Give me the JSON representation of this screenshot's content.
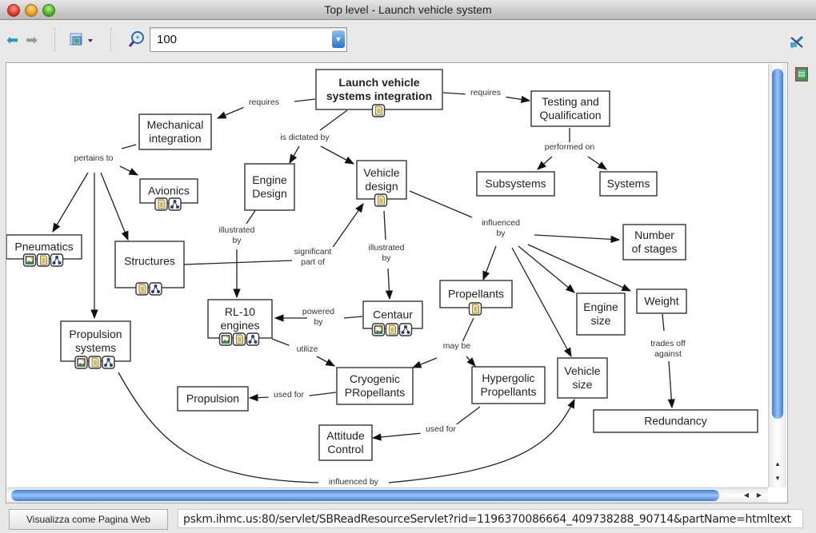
{
  "window": {
    "title": "Top level - Launch vehicle system"
  },
  "toolbar": {
    "back_icon": "back-arrow-icon",
    "forward_icon": "forward-arrow-icon",
    "view_icon": "view-menu-icon",
    "zoom_icon": "zoom-icon",
    "zoom_value": "100",
    "tools_icon": "tools-icon"
  },
  "sidebar": {
    "icon": "notes-icon"
  },
  "concept_map": {
    "nodes": [
      {
        "id": "lvsi",
        "lines": [
          "Launch vehicle",
          "systems integration"
        ],
        "bold": true,
        "resources": [
          "doc"
        ]
      },
      {
        "id": "mech",
        "lines": [
          "Mechanical",
          "integration"
        ],
        "resources": []
      },
      {
        "id": "test",
        "lines": [
          "Testing and",
          "Qualification"
        ],
        "resources": []
      },
      {
        "id": "avionics",
        "lines": [
          "Avionics"
        ],
        "resources": [
          "doc",
          "map"
        ]
      },
      {
        "id": "engine_design",
        "lines": [
          "Engine",
          "Design"
        ],
        "resources": []
      },
      {
        "id": "vehicle_design",
        "lines": [
          "Vehicle",
          "design"
        ],
        "resources": [
          "doc"
        ]
      },
      {
        "id": "subsystems",
        "lines": [
          "Subsystems"
        ],
        "resources": []
      },
      {
        "id": "systems",
        "lines": [
          "Systems"
        ],
        "resources": []
      },
      {
        "id": "pneumatics",
        "lines": [
          "Pneumatics"
        ],
        "resources": [
          "image",
          "doc",
          "map"
        ]
      },
      {
        "id": "structures",
        "lines": [
          "Structures"
        ],
        "resources": [
          "doc",
          "map"
        ]
      },
      {
        "id": "num_stages",
        "lines": [
          "Number",
          "of stages"
        ],
        "resources": []
      },
      {
        "id": "propellants",
        "lines": [
          "Propellants"
        ],
        "resources": [
          "doc"
        ]
      },
      {
        "id": "rl10",
        "lines": [
          "RL-10",
          "engines"
        ],
        "resources": [
          "image",
          "doc",
          "map"
        ]
      },
      {
        "id": "centaur",
        "lines": [
          "Centaur"
        ],
        "resources": [
          "image",
          "doc",
          "map"
        ]
      },
      {
        "id": "engine_size",
        "lines": [
          "Engine",
          "size"
        ],
        "resources": []
      },
      {
        "id": "weight",
        "lines": [
          "Weight"
        ],
        "resources": []
      },
      {
        "id": "prop_systems",
        "lines": [
          "Propulsion",
          "systems"
        ],
        "resources": [
          "image",
          "doc",
          "map"
        ]
      },
      {
        "id": "vehicle_size",
        "lines": [
          "Vehicle",
          "size"
        ],
        "resources": []
      },
      {
        "id": "cryo",
        "lines": [
          "Cryogenic",
          "PRopellants"
        ],
        "resources": []
      },
      {
        "id": "hyper",
        "lines": [
          "Hypergolic",
          "Propellants"
        ],
        "resources": []
      },
      {
        "id": "propulsion",
        "lines": [
          "Propulsion"
        ],
        "resources": []
      },
      {
        "id": "redundancy",
        "lines": [
          "Redundancy"
        ],
        "resources": []
      },
      {
        "id": "attitude",
        "lines": [
          "Attitude",
          "Control"
        ],
        "resources": []
      }
    ],
    "linking_phrases": [
      {
        "id": "req1",
        "lines": [
          "requires"
        ]
      },
      {
        "id": "req2",
        "lines": [
          "requires"
        ]
      },
      {
        "id": "dictated",
        "lines": [
          "is dictated by"
        ]
      },
      {
        "id": "performed",
        "lines": [
          "performed on"
        ]
      },
      {
        "id": "pertains",
        "lines": [
          "pertains to"
        ]
      },
      {
        "id": "illus1",
        "lines": [
          "illustrated",
          "by"
        ]
      },
      {
        "id": "illus2",
        "lines": [
          "illustrated",
          "by"
        ]
      },
      {
        "id": "significant",
        "lines": [
          "significant",
          "part of"
        ]
      },
      {
        "id": "influenced1",
        "lines": [
          "influenced",
          "by"
        ]
      },
      {
        "id": "powered",
        "lines": [
          "powered",
          "by"
        ]
      },
      {
        "id": "utilize",
        "lines": [
          "utilize"
        ]
      },
      {
        "id": "maybe",
        "lines": [
          "may be"
        ]
      },
      {
        "id": "trades",
        "lines": [
          "trades off",
          "against"
        ]
      },
      {
        "id": "usedfor1",
        "lines": [
          "used for"
        ]
      },
      {
        "id": "usedfor2",
        "lines": [
          "used for"
        ]
      },
      {
        "id": "influenced2",
        "lines": [
          "influenced by"
        ]
      }
    ]
  },
  "footer": {
    "web_button": "Visualizza come Pagina Web",
    "url": "pskm.ihmc.us:80/servlet/SBReadResourceServlet?rid=1196370086664_409738288_90714&partName=htmltext"
  }
}
